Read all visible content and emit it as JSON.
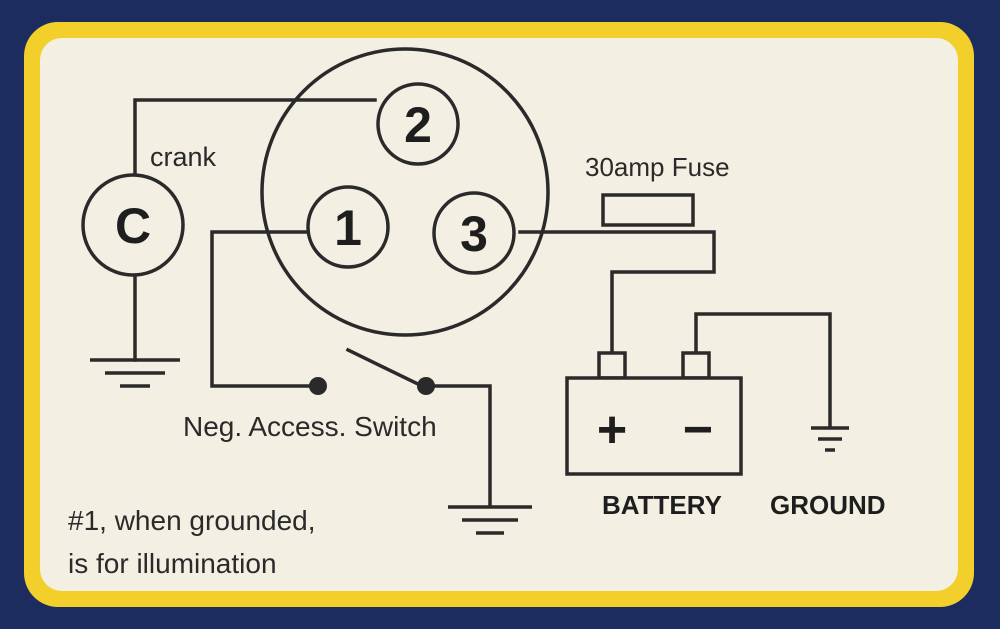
{
  "terminals": {
    "t1": "1",
    "t2": "2",
    "t3": "3",
    "c": "C"
  },
  "labels": {
    "crank": "crank",
    "fuse": "30amp Fuse",
    "switch": "Neg. Access. Switch",
    "battery": "BATTERY",
    "ground": "GROUND",
    "plus": "+",
    "minus": "−",
    "note_line1": "#1, when grounded,",
    "note_line2": "is for illumination"
  },
  "colors": {
    "border": "#f2cf2a",
    "panel": "#f3efe2",
    "background": "#1c2c5e",
    "ink": "#2a2a2a"
  }
}
